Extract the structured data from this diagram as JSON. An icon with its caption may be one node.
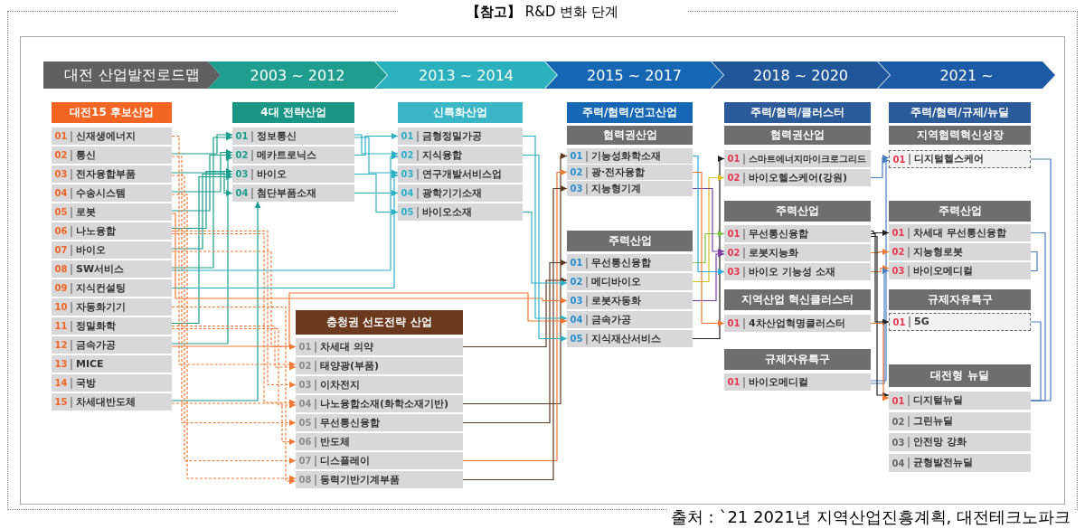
{
  "diagram": {
    "title": "**【참고】** R&D 변화 단계",
    "caption": "출처 : `21 2021년 지역산업진흥계획, 대전테크노파크",
    "nodes": [
      {
        "text": [
          "대전 산업발전로드맵"
        ]
      },
      {
        "text": [
          "2003 ~ 2012"
        ]
      },
      {
        "text": [
          "2013 ~ 2014"
        ]
      },
      {
        "text": [
          "2015 ~ 2017"
        ]
      },
      {
        "text": [
          "2018 ~ 2020"
        ]
      },
      {
        "text": [
          "2021 ~"
        ]
      },
      {
        "text": [
          "대전15 후보산업"
        ]
      },
      {
        "text": [
          "01",
          "신재생에너지"
        ]
      },
      {
        "text": [
          "02",
          "통신"
        ]
      },
      {
        "text": [
          "03",
          "전자융합부품"
        ]
      },
      {
        "text": [
          "04",
          "수송시스템"
        ]
      },
      {
        "text": [
          "05",
          "로봇"
        ]
      },
      {
        "text": [
          "06",
          "나노융합"
        ]
      },
      {
        "text": [
          "07",
          "바이오"
        ]
      },
      {
        "text": [
          "08",
          "SW서비스"
        ]
      },
      {
        "text": [
          "09",
          "지식컨설팅"
        ]
      },
      {
        "text": [
          "10",
          "자동화기기"
        ]
      },
      {
        "text": [
          "11",
          "정밀화학"
        ]
      },
      {
        "text": [
          "12",
          "금속가공"
        ]
      },
      {
        "text": [
          "13",
          "MICE"
        ]
      },
      {
        "text": [
          "14",
          "국방"
        ]
      },
      {
        "text": [
          "15",
          "차세대반도체"
        ]
      },
      {
        "text": [
          "4대 전략산업"
        ]
      },
      {
        "text": [
          "01",
          "정보통신"
        ]
      },
      {
        "text": [
          "02",
          "메카트로닉스"
        ]
      },
      {
        "text": [
          "03",
          "바이오"
        ]
      },
      {
        "text": [
          "04",
          "첨단부품소재"
        ]
      },
      {
        "text": [
          "신특화산업"
        ]
      },
      {
        "text": [
          "01",
          "금형정밀가공"
        ]
      },
      {
        "text": [
          "02",
          "지식융합"
        ]
      },
      {
        "text": [
          "03",
          "연구개발서비스업"
        ]
      },
      {
        "text": [
          "04",
          "광학기기소재"
        ]
      },
      {
        "text": [
          "05",
          "바이오소재"
        ]
      },
      {
        "text": [
          "충청권 선도전략 산업"
        ]
      },
      {
        "text": [
          "01",
          "차세대 의약"
        ]
      },
      {
        "text": [
          "02",
          "태양광(부품)"
        ]
      },
      {
        "text": [
          "03",
          "이차전지"
        ]
      },
      {
        "text": [
          "04",
          "나노융합소재(화학소재기반)"
        ]
      },
      {
        "text": [
          "05",
          "무선통신융합"
        ]
      },
      {
        "text": [
          "06",
          "반도체"
        ]
      },
      {
        "text": [
          "07",
          "디스플레이"
        ]
      },
      {
        "text": [
          "08",
          "동력기반기계부품"
        ]
      },
      {
        "text": [
          "주력/협력/연고산업"
        ]
      },
      {
        "text": [
          "협력권산업"
        ]
      },
      {
        "text": [
          "01",
          "기능성화학소재"
        ]
      },
      {
        "text": [
          "02",
          "광·전자융합"
        ]
      },
      {
        "text": [
          "03",
          "지능형기계"
        ]
      },
      {
        "text": [
          "주력산업"
        ]
      },
      {
        "text": [
          "01",
          "무선통신융합"
        ]
      },
      {
        "text": [
          "02",
          "메디바이오"
        ]
      },
      {
        "text": [
          "03",
          "로봇자동화"
        ]
      },
      {
        "text": [
          "04",
          "금속가공"
        ]
      },
      {
        "text": [
          "05",
          "지식재산서비스"
        ]
      },
      {
        "text": [
          "주력/협력/클러스터"
        ]
      },
      {
        "text": [
          "협력권산업"
        ]
      },
      {
        "text": [
          "01",
          "스마트에너지마이크로그리드"
        ]
      },
      {
        "text": [
          "02",
          "바이오헬스케어(강원)"
        ]
      },
      {
        "text": [
          "주력산업"
        ]
      },
      {
        "text": [
          "01",
          "무선통신융합"
        ]
      },
      {
        "text": [
          "02",
          "로봇지능화"
        ]
      },
      {
        "text": [
          "03",
          "바이오 기능성 소재"
        ]
      },
      {
        "text": [
          "지역산업 혁신클러스터"
        ]
      },
      {
        "text": [
          "01",
          "4차산업혁명클러스터"
        ]
      },
      {
        "text": [
          "규제자유특구"
        ]
      },
      {
        "text": [
          "01",
          "바이오메디컬"
        ]
      },
      {
        "text": [
          "주력/협력/규제/뉴딜"
        ]
      },
      {
        "text": [
          "지역협력혁신성장"
        ]
      },
      {
        "text": [
          "01",
          "디지털헬스케어"
        ]
      },
      {
        "text": [
          "주력산업"
        ]
      },
      {
        "text": [
          "01",
          "차세대 무선통신융합"
        ]
      },
      {
        "text": [
          "02",
          "지능형로봇"
        ]
      },
      {
        "text": [
          "03",
          "바이오메디컬"
        ]
      },
      {
        "text": [
          "규제자유특구"
        ]
      },
      {
        "text": [
          "01",
          "5G"
        ]
      },
      {
        "text": [
          "대전형 뉴딜"
        ]
      },
      {
        "text": [
          "01",
          "디지털뉴딜"
        ]
      },
      {
        "text": [
          "02",
          "그린뉴딜"
        ]
      },
      {
        "text": [
          "03",
          "안전망 강화"
        ]
      },
      {
        "text": [
          "04",
          "균형발전뉴딜"
        ]
      }
    ],
    "edges": [
      {
        "from": 8,
        "to": 23,
        "arrow": "to",
        "color": "#1a9e8f"
      },
      {
        "from": 14,
        "to": 23,
        "arrow": "to",
        "color": "#1a9e8f"
      },
      {
        "from": 10,
        "to": 24,
        "arrow": "to",
        "color": "#1a9e8f"
      },
      {
        "from": 11,
        "to": 24,
        "arrow": "to",
        "color": "#1a9e8f"
      },
      {
        "from": 18,
        "to": 24,
        "arrow": "to",
        "color": "#1a9e8f"
      },
      {
        "from": 12,
        "to": 25,
        "arrow": "to",
        "color": "#1a9e8f"
      },
      {
        "from": 13,
        "to": 25,
        "arrow": "to",
        "color": "#1a9e8f"
      },
      {
        "from": 17,
        "to": 25,
        "arrow": "to",
        "color": "#1a9e8f"
      },
      {
        "from": 9,
        "to": 26,
        "arrow": "to",
        "color": "#1a9e8f"
      },
      {
        "from": 21,
        "to": 26,
        "arrow": "to",
        "color": "#1a9e8f"
      },
      {
        "from": 13,
        "to": 34,
        "arrow": "to",
        "style": "dashed"
      },
      {
        "from": 7,
        "to": 35,
        "arrow": "to",
        "style": "dashed"
      },
      {
        "from": 17,
        "to": 35,
        "arrow": "to",
        "style": "dashed"
      },
      {
        "from": 12,
        "to": 36,
        "arrow": "to",
        "style": "dashed"
      },
      {
        "from": 12,
        "to": 37,
        "arrow": "to",
        "style": "dashed"
      },
      {
        "from": 17,
        "to": 37,
        "arrow": "to",
        "style": "dashed"
      },
      {
        "from": 8,
        "to": 38,
        "arrow": "to",
        "style": "dashed"
      },
      {
        "from": 21,
        "to": 39,
        "arrow": "to",
        "style": "dashed"
      },
      {
        "from": 9,
        "to": 40,
        "arrow": "to",
        "style": "dashed"
      },
      {
        "from": 10,
        "to": 41,
        "arrow": "to",
        "style": "dashed"
      },
      {
        "from": 16,
        "to": 41,
        "arrow": "to",
        "style": "dashed"
      },
      {
        "from": 24,
        "to": 28,
        "arrow": "to",
        "color": "#2bb0c8"
      },
      {
        "from": 23,
        "to": 29,
        "arrow": "to",
        "color": "#2bb0c8"
      },
      {
        "from": 23,
        "to": 30,
        "arrow": "to",
        "color": "#2bb0c8"
      },
      {
        "from": 26,
        "to": 31,
        "arrow": "to",
        "color": "#2bb0c8"
      },
      {
        "from": 25,
        "to": 32,
        "arrow": "to",
        "color": "#2bb0c8"
      },
      {
        "from": 14,
        "to": 29,
        "arrow": "to",
        "color": "#2bb0c8"
      },
      {
        "from": 15,
        "to": 30,
        "arrow": "to",
        "color": "#2bb0c8"
      },
      {
        "from": 37,
        "to": 44,
        "arrow": "to",
        "color": "#5c3a21"
      },
      {
        "from": 40,
        "to": 45,
        "arrow": "to"
      },
      {
        "from": 41,
        "to": 46,
        "arrow": "to",
        "color": "#5c3a21"
      },
      {
        "from": 38,
        "to": 48,
        "arrow": "to",
        "color": "#5c3a21"
      },
      {
        "from": 34,
        "to": 49,
        "arrow": "to",
        "color": "#5c3a21"
      },
      {
        "from": 32,
        "to": 49,
        "arrow": "to",
        "color": "#2bb0c8"
      },
      {
        "from": 11,
        "to": 50,
        "arrow": "to"
      },
      {
        "from": 28,
        "to": 51,
        "arrow": "to",
        "color": "#2bb0c8"
      },
      {
        "from": 18,
        "to": 51,
        "arrow": "to"
      },
      {
        "from": 29,
        "to": 52,
        "arrow": "to",
        "color": "#2bb0c8"
      },
      {
        "from": 52,
        "to": 55,
        "arrow": "to",
        "color": "#222222"
      },
      {
        "from": 49,
        "to": 56,
        "arrow": "to",
        "color": "#d9c21f"
      },
      {
        "from": 48,
        "to": 58,
        "arrow": "to",
        "color": "#7cc243"
      },
      {
        "from": 46,
        "to": 59,
        "arrow": "to",
        "color": "#7b3fa0"
      },
      {
        "from": 50,
        "to": 59,
        "arrow": "to",
        "color": "#7b3fa0"
      },
      {
        "from": 44,
        "to": 60,
        "arrow": "to",
        "color": "#29abe2"
      },
      {
        "from": 45,
        "to": 62,
        "arrow": "to"
      },
      {
        "from": 56,
        "to": 67,
        "arrow": "to",
        "color": "#4a7fc1"
      },
      {
        "from": 64,
        "to": 67,
        "arrow": "to",
        "color": "#4a7fc1"
      },
      {
        "from": 58,
        "to": 69,
        "arrow": "to",
        "color": "#222222"
      },
      {
        "from": 59,
        "to": 70,
        "arrow": "to"
      },
      {
        "from": 60,
        "to": 71,
        "arrow": "to"
      },
      {
        "from": 64,
        "to": 71,
        "arrow": "to",
        "color": "#4a7fc1"
      },
      {
        "from": 58,
        "to": 73,
        "arrow": "to",
        "color": "#222222"
      },
      {
        "from": 58,
        "to": 75,
        "arrow": "to",
        "color": "#222222"
      },
      {
        "from": 62,
        "to": 75,
        "arrow": "to"
      },
      {
        "from": 67,
        "to": 75,
        "arrow": "none",
        "color": "#4a7fc1"
      },
      {
        "from": 69,
        "to": 75,
        "arrow": "none",
        "color": "#4a7fc1"
      },
      {
        "from": 73,
        "to": 75,
        "arrow": "none",
        "color": "#4a7fc1"
      },
      {
        "from": 70,
        "to": 71,
        "arrow": "none",
        "color": "#4a7fc1"
      }
    ]
  }
}
